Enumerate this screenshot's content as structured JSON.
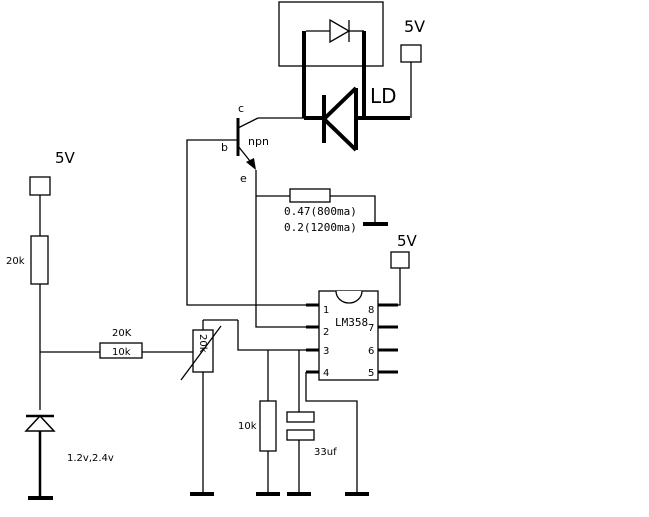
{
  "labels": {
    "supply_top": "5V",
    "supply_left": "5V",
    "supply_right": "5V",
    "laser_diode": "LD",
    "transistor_type": "npn",
    "pin_c": "c",
    "pin_b": "b",
    "pin_e": "e",
    "sense_res_1": "0.47(800ma)",
    "sense_res_2": "0.2(1200ma)",
    "res_left": "20k",
    "res_series_top": "20K",
    "res_series_body": "10k",
    "pot_body": "20k",
    "res_bottom": "10k",
    "cap": "33uf",
    "diode_voltage": "1.2v,2.4v",
    "ic_name": "LM358",
    "pin1": "1",
    "pin2": "2",
    "pin3": "3",
    "pin4": "4",
    "pin5": "5",
    "pin6": "6",
    "pin7": "7",
    "pin8": "8"
  }
}
